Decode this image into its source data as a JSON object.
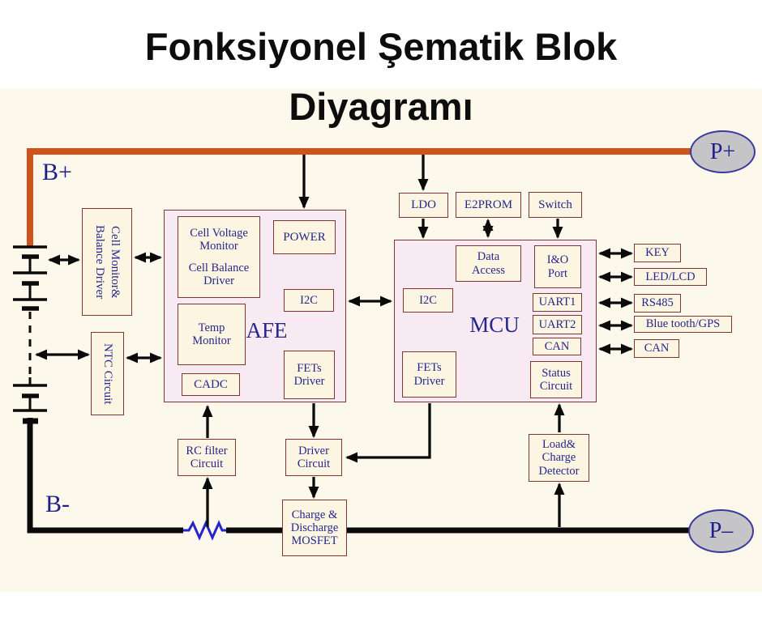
{
  "title": {
    "line1": "Fonksiyonel Şematik Blok",
    "line2": "Diyagramı"
  },
  "rails": {
    "b_plus": "B+",
    "b_minus": "B-"
  },
  "terminals": {
    "p_plus": "P+",
    "p_minus": "P–"
  },
  "left_blocks": {
    "cell_monitor": "Cell Monitor&\nBalance Driver",
    "ntc": "NTC Circuit"
  },
  "afe": {
    "label": "AFE",
    "cell_voltage_monitor": "Cell Voltage\nMonitor",
    "cell_balance_driver": "Cell Balance\nDriver",
    "power": "POWER",
    "i2c": "I2C",
    "temp_monitor": "Temp\nMonitor",
    "fets_driver": "FETs\nDriver",
    "cadc": "CADC"
  },
  "mcu": {
    "label": "MCU",
    "data_access": "Data\nAccess",
    "io_port": "I&O\nPort",
    "i2c": "I2C",
    "uart1": "UART1",
    "uart2": "UART2",
    "can": "CAN",
    "status_circuit": "Status\nCircuit",
    "fets_driver": "FETs\nDriver"
  },
  "top_blocks": {
    "ldo": "LDO",
    "e2prom": "E2PROM",
    "switch": "Switch"
  },
  "right_blocks": {
    "key": "KEY",
    "led_lcd": "LED/LCD",
    "rs485": "RS485",
    "bluetooth": "Blue tooth/GPS",
    "can": "CAN"
  },
  "bottom_blocks": {
    "rc_filter": "RC filter\nCircuit",
    "driver_circuit": "Driver\nCircuit",
    "mosfet": "Charge &\nDischarge\nMOSFET",
    "load_detector": "Load&\nCharge\nDetector"
  },
  "colors": {
    "accent_orange": "#D0521C",
    "navy_text": "#26268C",
    "maroon_border": "#7E3535",
    "block_pink": "#F8EAF2",
    "box_cream": "#FCF5E1",
    "band_cream": "#FCF8EB",
    "wire_black": "#0A0A0A",
    "oval_gray": "#C5C5C8",
    "resistor_blue": "#2525CC"
  }
}
